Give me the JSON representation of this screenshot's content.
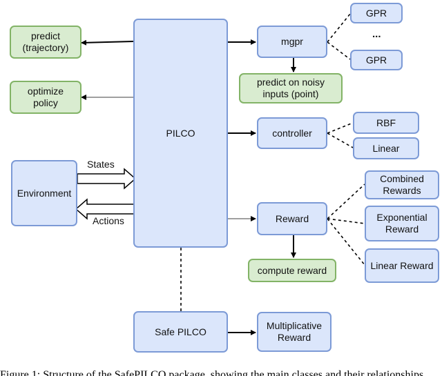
{
  "nodes": {
    "pilco": "PILCO",
    "predict_trajectory": "predict\n(trajectory)",
    "optimize_policy": "optimize\npolicy",
    "environment": "Environment",
    "mgpr": "mgpr",
    "gpr_top": "GPR",
    "gpr_ellipsis": "...",
    "gpr_bottom": "GPR",
    "predict_noisy": "predict on noisy\ninputs (point)",
    "controller": "controller",
    "rbf": "RBF",
    "linear": "Linear",
    "reward": "Reward",
    "combined_rewards": "Combined\nRewards",
    "exponential_reward": "Exponential\nReward",
    "linear_reward": "Linear Reward",
    "compute_reward": "compute reward",
    "safe_pilco": "Safe PILCO",
    "multiplicative_reward": "Multiplicative\nReward"
  },
  "edge_labels": {
    "states": "States",
    "actions": "Actions"
  },
  "caption": "Figure 1: Structure of the SafePILCO package, showing the main classes and their relationships."
}
